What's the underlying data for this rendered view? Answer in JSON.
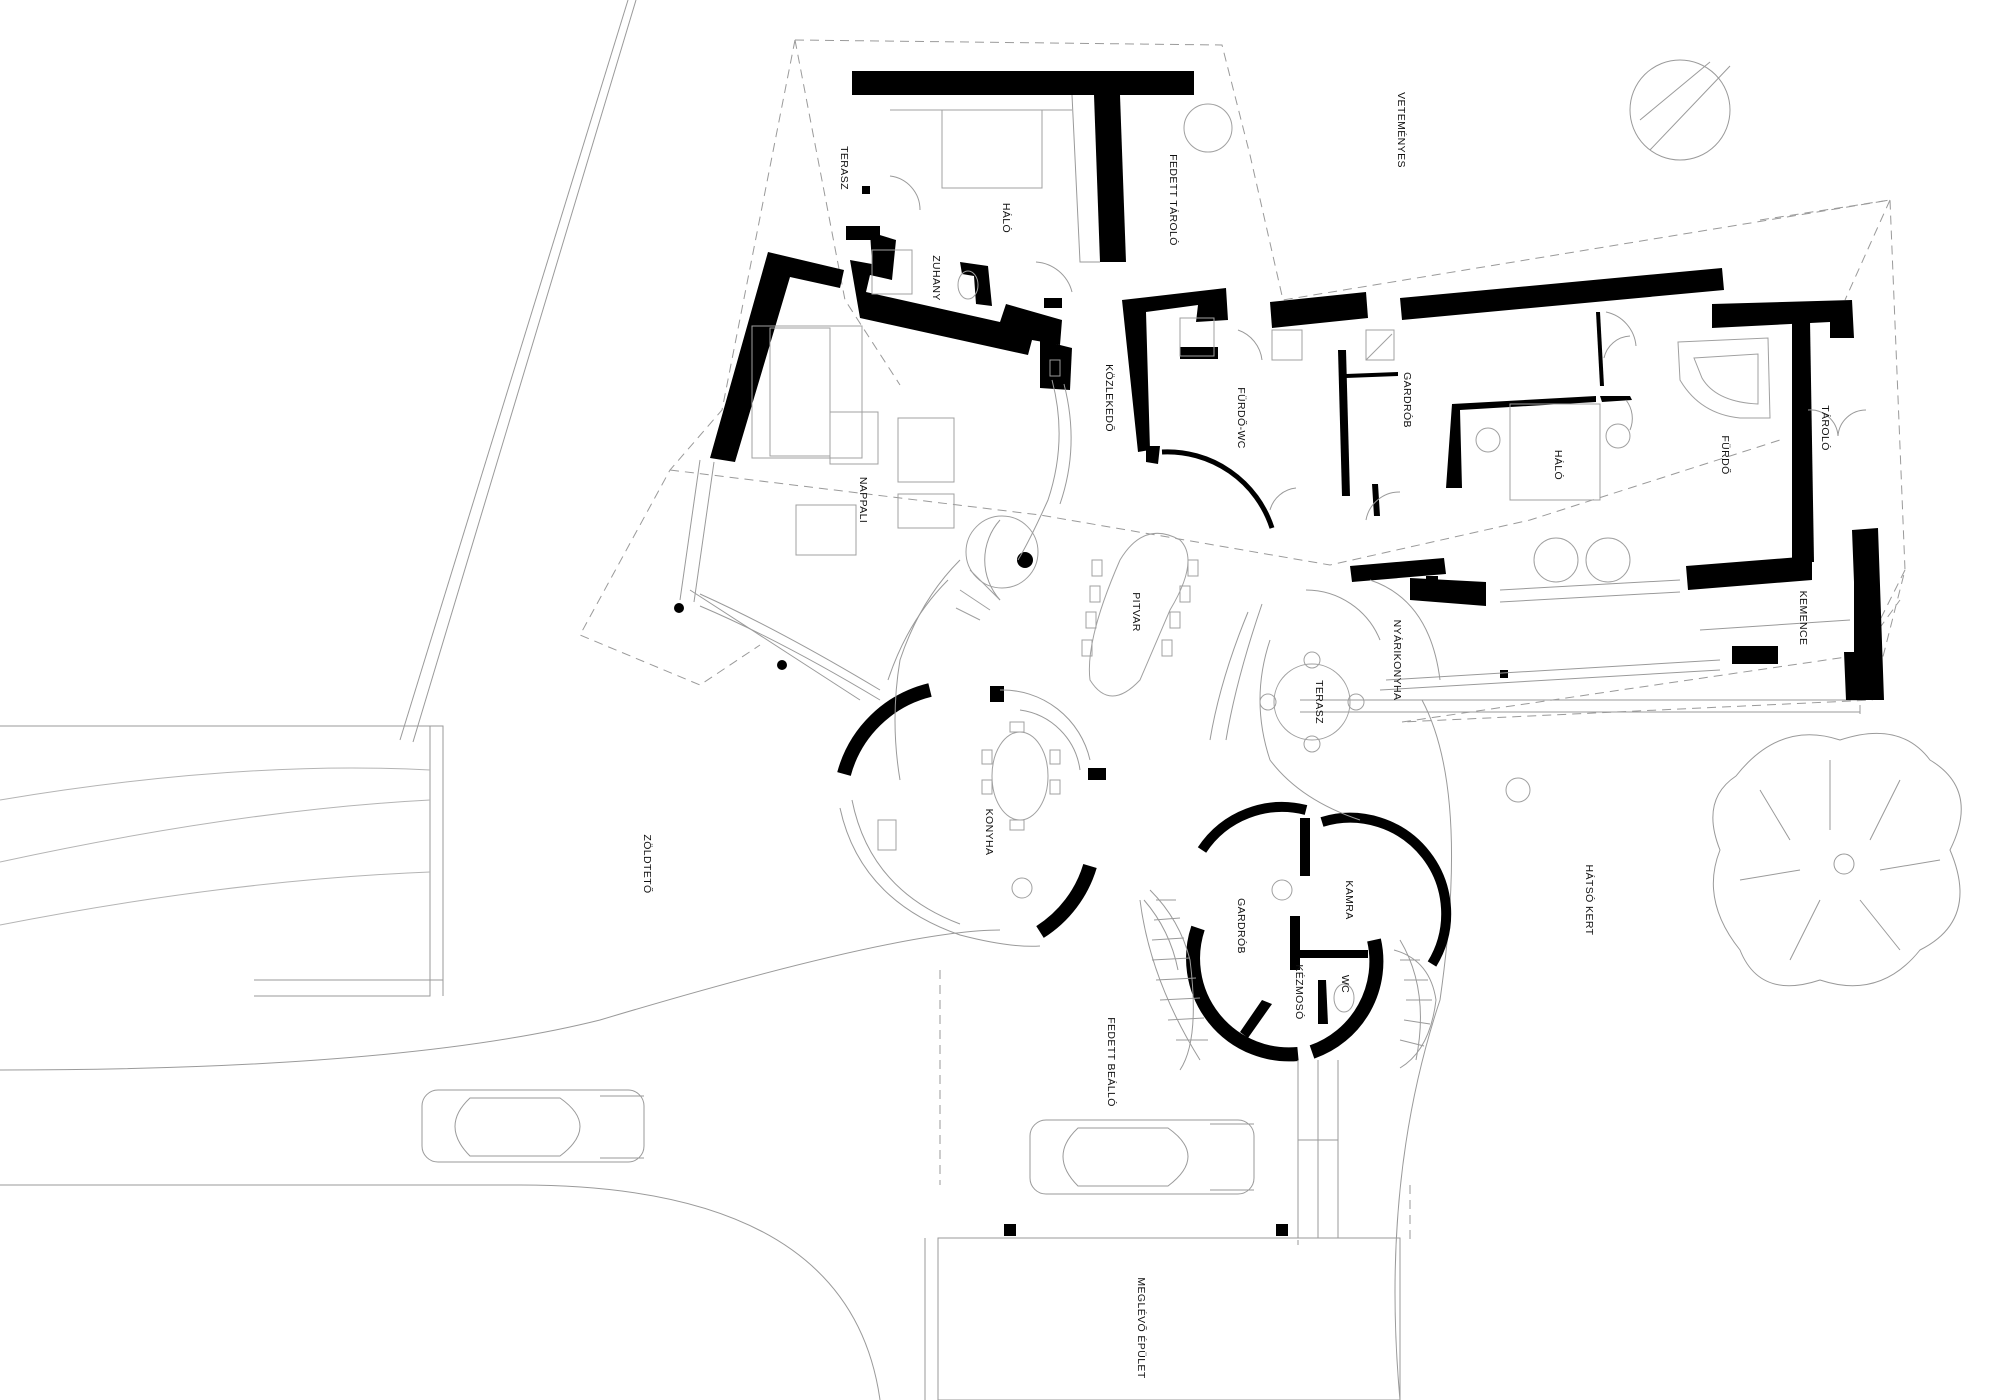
{
  "plan": {
    "rooms": {
      "terasz_nw": "TERASZ",
      "halo_nw": "HÁLÓ",
      "zuhany": "ZUHANY",
      "fedett_tarolo": "FEDETT TÁROLÓ",
      "vetemenyes": "VETEMÉNYES",
      "kozlekedo": "KÖZLEKEDŐ",
      "nappali": "NAPPALI",
      "furdo_wc": "FÜRDŐ-WC",
      "gardrob_ne": "GARDRÓB",
      "halo_ne": "HÁLÓ",
      "furdo": "FÜRDŐ",
      "tarolo": "TÁROLÓ",
      "kemence": "KEMENCE",
      "pitvar": "PITVAR",
      "nyarikonyha": "NYÁRIKONYHA",
      "terasz_e": "TERASZ",
      "konyha": "KONYHA",
      "zoldteto": "ZÖLDTETŐ",
      "kamra": "KAMRA",
      "gardrob_s": "GARDRÓB",
      "kezmoso": "KÉZMOSÓ",
      "wc": "WC",
      "hatso_kert": "HÁTSÓ KERT",
      "fedett_beallo": "FEDETT BEÁLLÓ",
      "meglevo_epulet": "MEGLÉVŐ ÉPÜLET"
    },
    "icons": {
      "car": "car-icon",
      "tree": "tree-icon",
      "table": "dining-table-icon",
      "bath": "bathtub-icon",
      "stair": "spiral-staircase-icon"
    },
    "colors": {
      "wall": "#000000",
      "line": "#9a9a9a",
      "background": "#ffffff"
    }
  }
}
